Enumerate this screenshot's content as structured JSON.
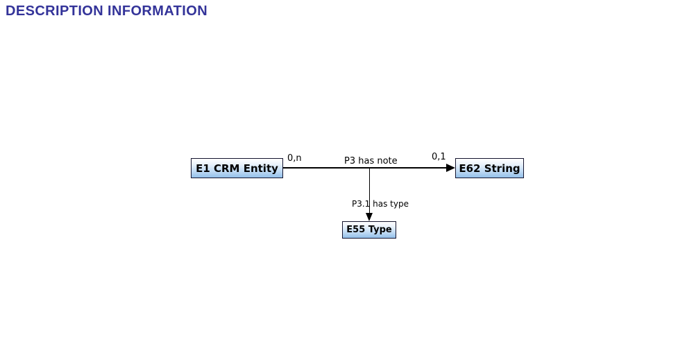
{
  "page": {
    "title": "DESCRIPTION INFORMATION",
    "title_color": "#333399",
    "background_color": "#ffffff"
  },
  "diagram": {
    "type": "ontology-property-diagram",
    "nodes": [
      {
        "id": "E1",
        "label": "E1 CRM Entity"
      },
      {
        "id": "E62",
        "label": "E62 String"
      },
      {
        "id": "E55",
        "label": "E55 Type"
      }
    ],
    "edges": [
      {
        "id": "P3",
        "label": "P3 has note",
        "from": "E1 CRM Entity",
        "to": "E62 String",
        "cardinality_from": "0,n",
        "cardinality_to": "0,1",
        "direction": "right"
      },
      {
        "id": "P3.1",
        "label": "P3.1 has type",
        "from": "P3 has note",
        "to": "E55 Type",
        "direction": "down"
      }
    ],
    "style": {
      "node_fill_top": "#ffffff",
      "node_fill_bottom": "#94c0ea",
      "node_border_color": "#14142e",
      "node_text_color": "#000000",
      "line_color": "#000000"
    }
  }
}
